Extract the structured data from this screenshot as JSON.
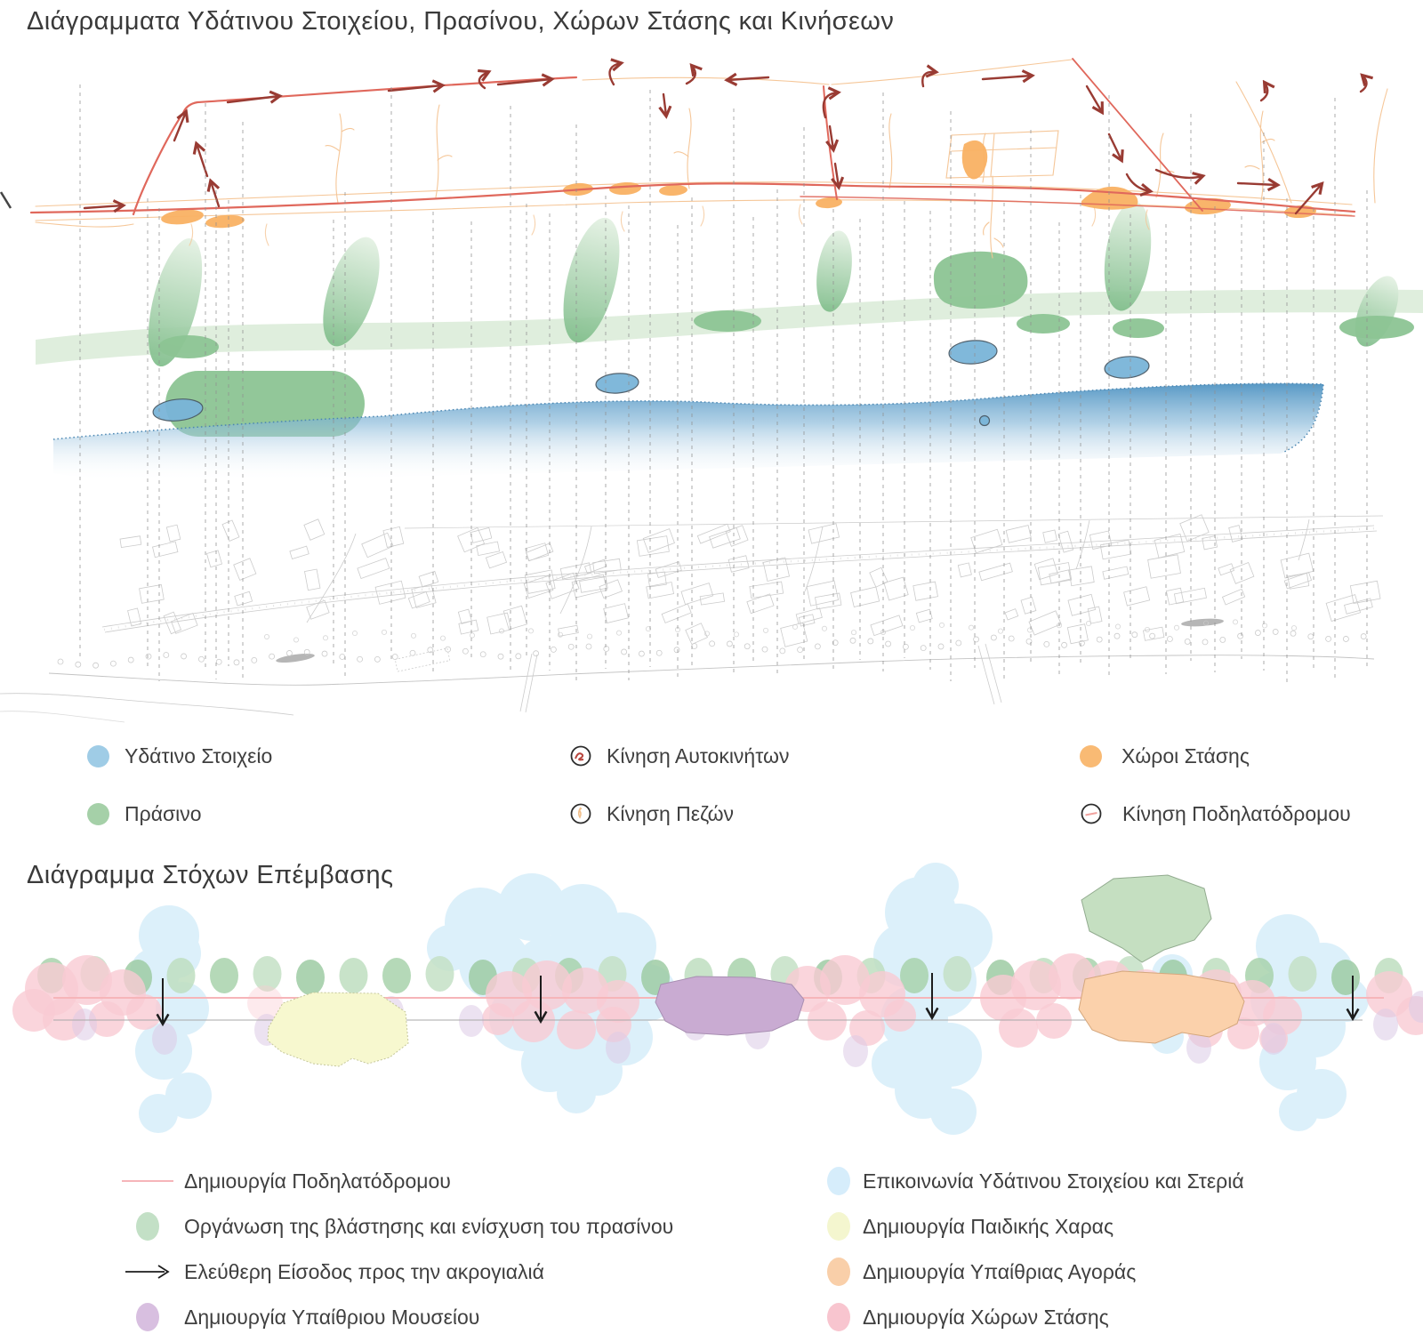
{
  "page": {
    "background": "#ffffff",
    "text_color": "#3f3f3f"
  },
  "diagram_top": {
    "title": "Διάγραμματα Υδάτινου Στοιχείου, Πρασίνου, Χώρων Στάσης και Κινήσεων",
    "legend": {
      "items": [
        {
          "label": "Υδάτινο Στοιχείο",
          "swatch": "water-dot",
          "color": "#9fcce6"
        },
        {
          "label": "Πράσινο",
          "swatch": "green-dot",
          "color": "#a5d0a8"
        },
        {
          "label": "Κίνηση Αυτοκινήτων",
          "swatch": "car-movement-icon",
          "color": "#b8463e"
        },
        {
          "label": "Κίνηση Πεζών",
          "swatch": "pedestrian-movement-icon",
          "color": "#f2c08c"
        },
        {
          "label": "Χώροι Στάσης",
          "swatch": "stop-spaces-dot",
          "color": "#f9ba74"
        },
        {
          "label": "Κίνηση Ποδηλατόδρομου",
          "swatch": "bicycle-path-icon",
          "color": "#f0a29e"
        }
      ]
    }
  },
  "diagram_goals": {
    "title": "Διάγραμμα Στόχων Επέμβασης",
    "legend": {
      "items": [
        {
          "label": "Δημιουργία Ποδηλατόδρομου",
          "swatch": "pink-line",
          "color": "#f6b5b9"
        },
        {
          "label": "Οργάνωση της βλάστησης και ενίσχυση του πρασίνου",
          "swatch": "green-dot",
          "color": "#c3e0c6"
        },
        {
          "label": "Ελεύθερη Είσοδος προς την ακρογιαλιά",
          "swatch": "black-arrow",
          "color": "#222222"
        },
        {
          "label": "Δημιουργία Υπαίθριου Μουσείου",
          "swatch": "purple-dot",
          "color": "#d8bfe0"
        },
        {
          "label": "Επικοινωνία Υδάτινου Στοιχείου και Στεριά",
          "swatch": "blue-dot",
          "color": "#d6edfb"
        },
        {
          "label": "Δημιουργία Παιδικής Χαρας",
          "swatch": "yellow-dot",
          "color": "#f4f6cf"
        },
        {
          "label": "Δημιουργία Υπαίθριας Αγοράς",
          "swatch": "orange-dot",
          "color": "#f9cfa9"
        },
        {
          "label": "Δημιουργία Χώρων Στάσης",
          "swatch": "pink-dot",
          "color": "#f8c5cf"
        }
      ]
    }
  },
  "colors": {
    "water_element": "#9fcce6",
    "greenery": "#a5d0a8",
    "stop_spaces": "#f9ba74",
    "car_road": "#e0685c",
    "movement_arrow": "#993b33",
    "pedestrian_path": "#f5c493",
    "sea_band": "#4f93c2",
    "goal_water_link": "#dcf0fa",
    "goal_vegetation": "#b2d7b6",
    "goal_stop_spaces": "#f9cbd3",
    "goal_playground": "#f7f8cf",
    "goal_museum": "#c9abd2",
    "goal_market": "#fbd1ab",
    "goal_bike_line": "#f6b5b9"
  }
}
